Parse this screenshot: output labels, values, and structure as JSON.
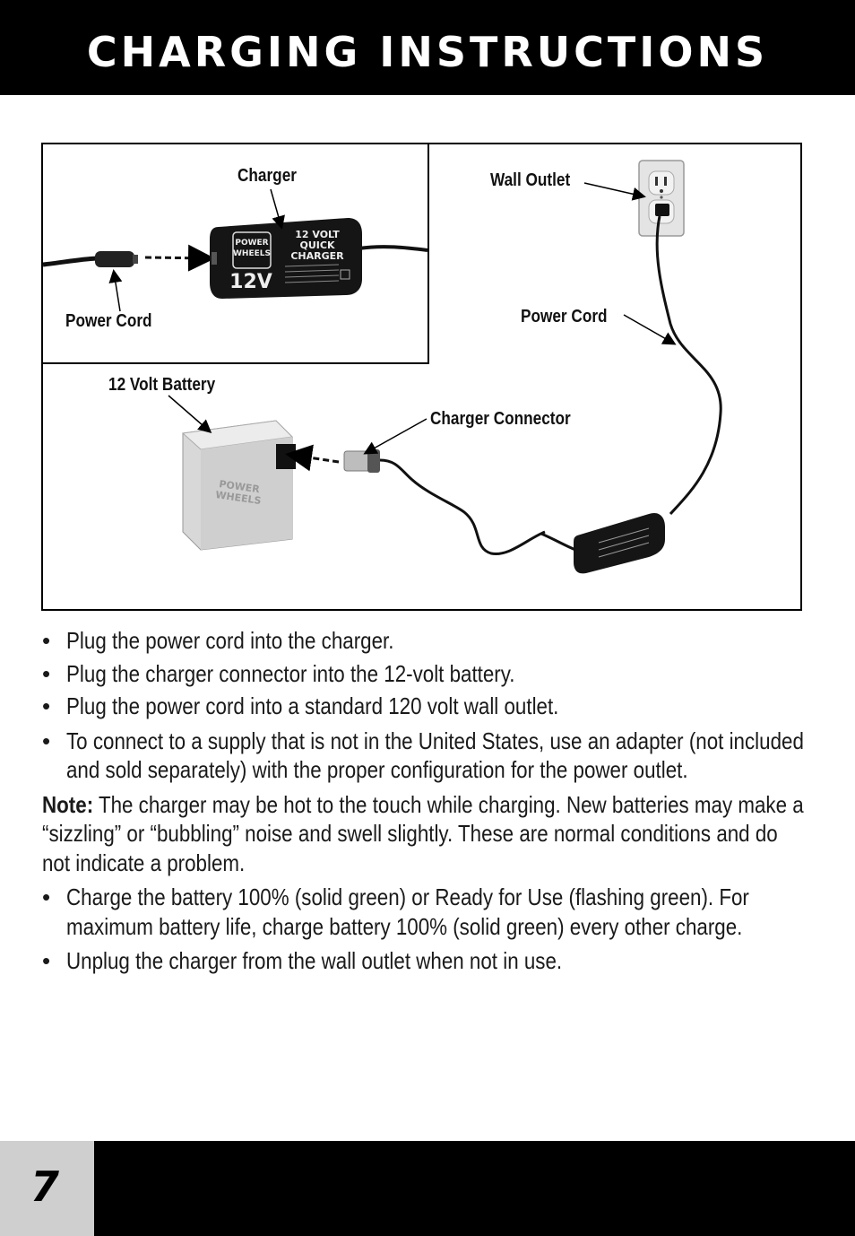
{
  "header": {
    "title": "CHARGING INSTRUCTIONS"
  },
  "diagram": {
    "labels": {
      "charger": "Charger",
      "power_cord_inset": "Power Cord",
      "wall_outlet": "Wall Outlet",
      "power_cord": "Power Cord",
      "battery": "12 Volt Battery",
      "charger_connector": "Charger Connector"
    },
    "charger_face": {
      "brand_line1": "POWER",
      "brand_line2": "WHEELS",
      "model_line1": "12 VOLT",
      "model_line2": "QUICK",
      "model_line3": "CHARGER",
      "voltage": "12V"
    },
    "battery_face": {
      "brand_line1": "POWER",
      "brand_line2": "WHEELS"
    }
  },
  "instructions": {
    "bullets_a": [
      "Plug the power cord into the charger.",
      "Plug the charger connector into the 12-volt battery.",
      "Plug the power cord into a standard 120 volt wall outlet.",
      "To connect to a supply that is not in the United States, use an adapter (not included and sold separately) with the proper configuration for the power outlet."
    ],
    "note_label": "Note:",
    "note_text": " The charger may be hot to the touch while charging. New batteries may make a “sizzling” or “bubbling” noise and swell slightly. These are normal conditions and do not indicate a problem.",
    "bullets_b": [
      "Charge the battery 100% (solid green) or Ready for Use (flashing green). For maximum battery life, charge battery 100% (solid green) every other charge.",
      "Unplug the charger from the wall outlet when not in use."
    ],
    "bullet_char": "•"
  },
  "footer": {
    "page_number": "7"
  },
  "colors": {
    "black": "#000000",
    "footer_gray": "#cfcfcf",
    "text": "#1a1a1a"
  }
}
